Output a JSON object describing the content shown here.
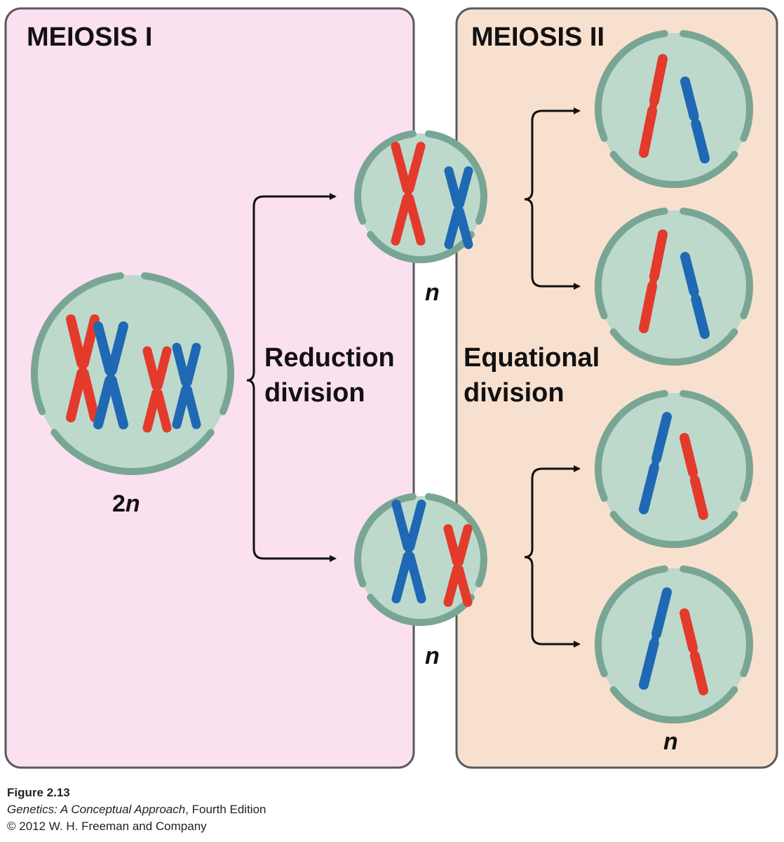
{
  "panels": {
    "meiosis1": {
      "title": "MEIOSIS I",
      "color": "#fbe0f0"
    },
    "meiosis2": {
      "title": "MEIOSIS II",
      "color": "#f8e0cf"
    }
  },
  "labels": {
    "reduction_line1": "Reduction",
    "reduction_line2": "division",
    "equational_line1": "Equational",
    "equational_line2": "division"
  },
  "ploidy": {
    "diploid_num": "2",
    "haploid": "n"
  },
  "caption": {
    "figure": "Figure 2.13",
    "book_title": "Genetics: A Conceptual Approach",
    "edition": ", Fourth Edition",
    "copyright": "© 2012 W. H. Freeman and Company"
  },
  "colors": {
    "chromosome_red": "#e33a2c",
    "chromosome_blue": "#1f68b3",
    "cell_fill": "#bcd9cc",
    "cell_membrane": "#79a594",
    "panel_border": "#5a5a5a",
    "arrow": "#111111"
  }
}
